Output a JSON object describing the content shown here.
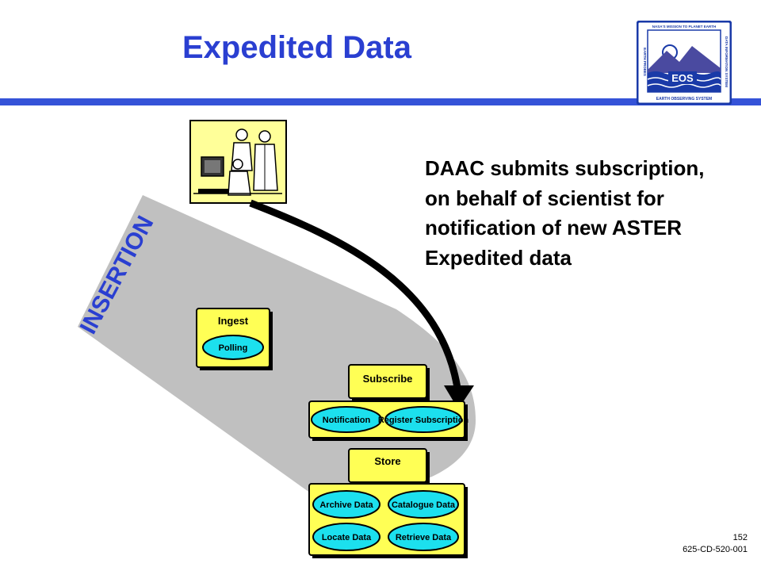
{
  "slide": {
    "title": "Expedited Data",
    "description": "DAAC submits subscription, on behalf of scientist for notification of new ASTER Expedited data",
    "band_label": "INSERTION",
    "page_number": "152",
    "doc_id": "625-CD-520-001"
  },
  "logo": {
    "top_text": "NASA'S MISSION TO PLANET EARTH",
    "left_text": "EARTH PROBES",
    "right_text": "DATA INFORMATION SYSTEM",
    "center_text": "EOS",
    "bottom_text": "EARTH OBSERVING SYSTEM"
  },
  "ingest": {
    "label": "Ingest",
    "service": "Polling"
  },
  "subscribe": {
    "label": "Subscribe",
    "services": [
      "Notification",
      "Register Subscription"
    ]
  },
  "store": {
    "label": "Store",
    "services": [
      "Archive Data",
      "Catalogue Data",
      "Locate Data",
      "Retrieve Data"
    ]
  },
  "colors": {
    "title": "#2a3fd1",
    "box": "#ffff55",
    "oval": "#1ce0ee",
    "band": "#c0c0c0",
    "rule": "#3553d8",
    "logo_frame": "#1a3aa8"
  }
}
